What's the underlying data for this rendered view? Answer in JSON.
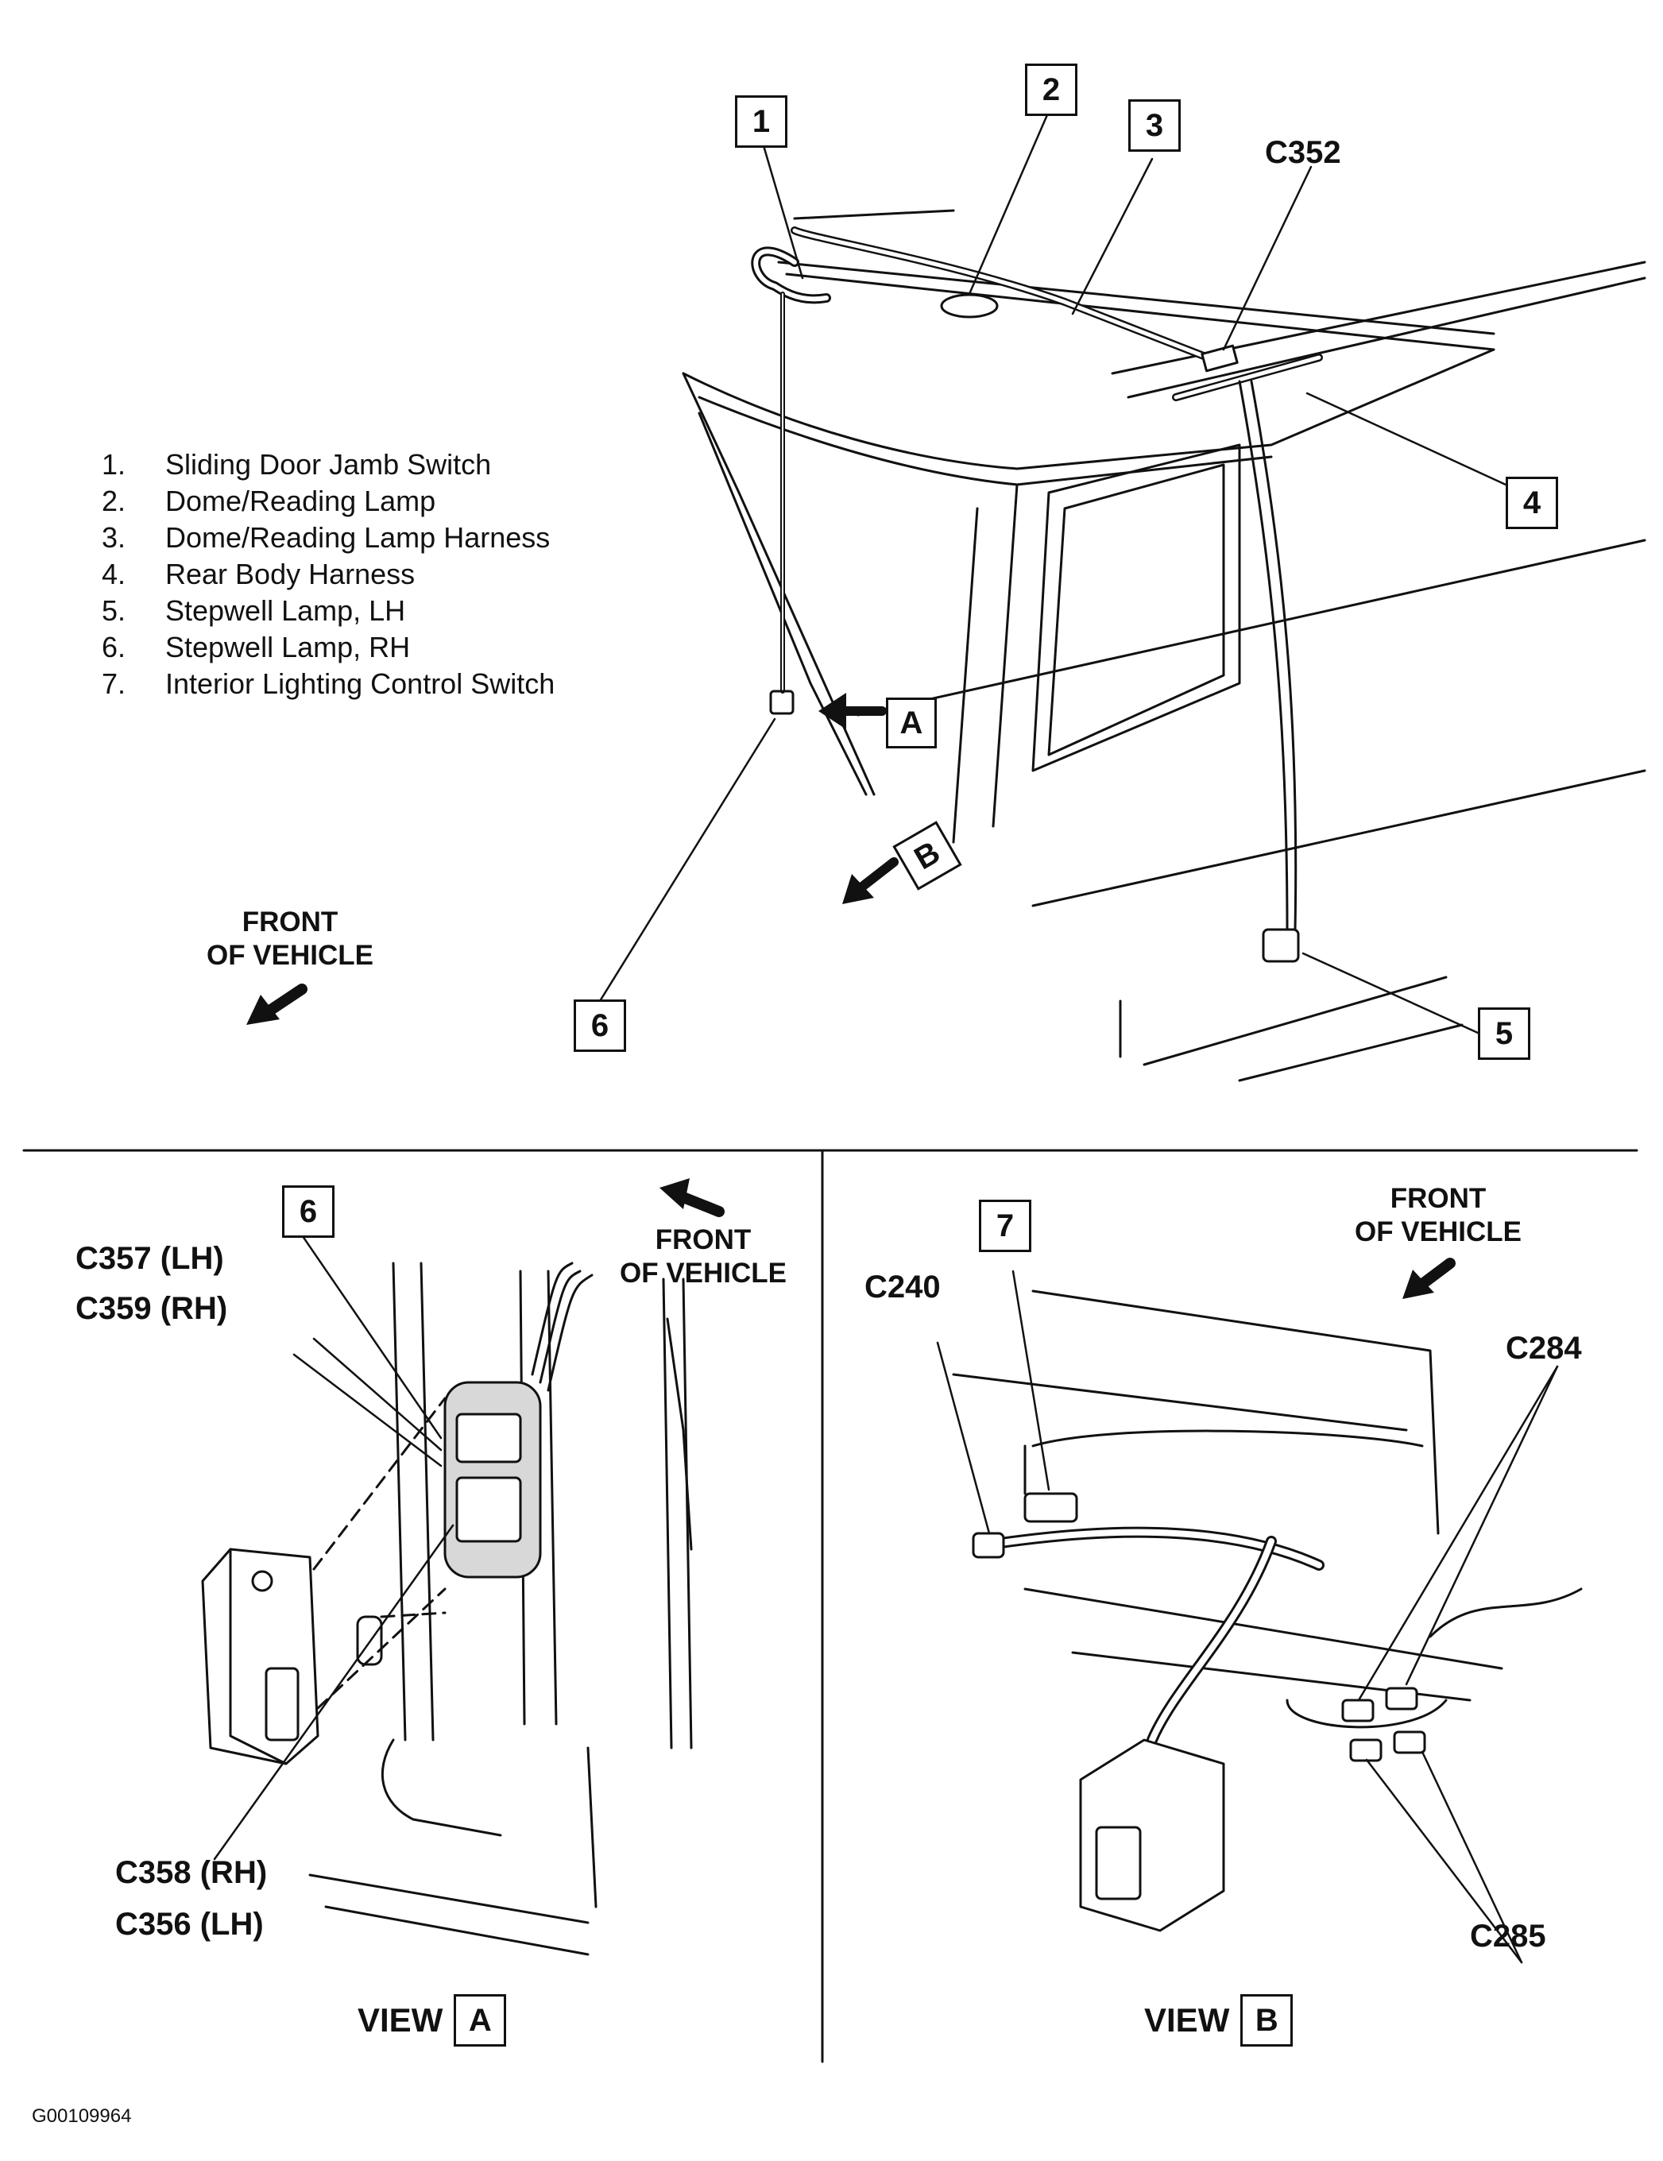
{
  "legend": {
    "items": [
      {
        "num": "1.",
        "label": "Sliding Door Jamb Switch"
      },
      {
        "num": "2.",
        "label": "Dome/Reading Lamp"
      },
      {
        "num": "3.",
        "label": "Dome/Reading Lamp Harness"
      },
      {
        "num": "4.",
        "label": "Rear Body Harness"
      },
      {
        "num": "5.",
        "label": "Stepwell Lamp, LH"
      },
      {
        "num": "6.",
        "label": "Stepwell Lamp, RH"
      },
      {
        "num": "7.",
        "label": "Interior Lighting Control Switch"
      }
    ]
  },
  "callouts": {
    "c1": "1",
    "c2": "2",
    "c3": "3",
    "c4": "4",
    "c5": "5",
    "c6": "6",
    "c6a": "6",
    "c7": "7"
  },
  "view_letters": {
    "a": "A",
    "b": "B"
  },
  "connectors": {
    "c352": "C352",
    "c357": "C357 (LH)",
    "c359": "C359 (RH)",
    "c358": "C358 (RH)",
    "c356": "C356 (LH)",
    "c240": "C240",
    "c284": "C284",
    "c285": "C285"
  },
  "front_label_line1": "FRONT",
  "front_label_line2": "OF VEHICLE",
  "captions": {
    "view_word": "VIEW",
    "view_a_letter": "A",
    "view_b_letter": "B"
  },
  "figure_id": "G00109964"
}
